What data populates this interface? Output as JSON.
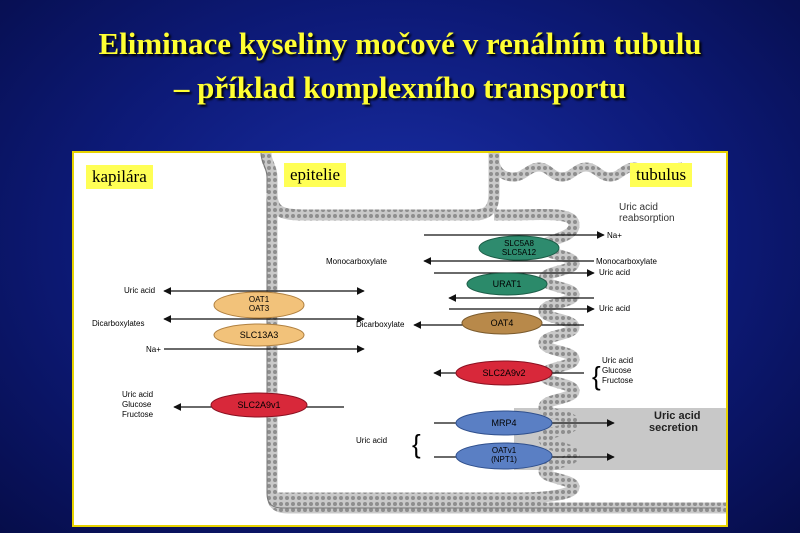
{
  "title": {
    "line1": "Eliminace kyseliny močové v renálním tubulu",
    "line2": "– příklad komplexního transportu"
  },
  "regions": {
    "capillary": "kapilára",
    "epithelium": "epitelie",
    "tubule": "tubulus"
  },
  "section_labels": {
    "reabsorption_line1": "Uric acid",
    "reabsorption_line2": "reabsorption",
    "secretion_line1": "Uric acid",
    "secretion_line2": "secretion"
  },
  "transporters": {
    "slc5a8": "SLC5A8",
    "slc5a12": "SLC5A12",
    "urat1": "URAT1",
    "oat4": "OAT4",
    "slc2a9v2": "SLC2A9v2",
    "mrp4": "MRP4",
    "oatv1": "OATv1",
    "npt1": "(NPT1)",
    "oat1": "OAT1",
    "oat3": "OAT3",
    "slc13a3": "SLC13A3",
    "slc2a9v1": "SLC2A9v1"
  },
  "substrates": {
    "na_apical": "Na+",
    "monocarboxylate_left": "Monocarboxylate",
    "monocarboxylate_right": "Monocarboxylate",
    "uric_acid_urat1": "Uric acid",
    "uric_acid_oat4": "Uric acid",
    "dicarboxylate": "Dicarboxylate",
    "apical_group": [
      "Uric acid",
      "Glucose",
      "Fructose"
    ],
    "uric_acid_basal": "Uric acid",
    "dicarboxylates_basal": "Dicarboxylates",
    "na_basal": "Na+",
    "basal_group": [
      "Uric acid",
      "Glucose",
      "Fructose"
    ],
    "uric_acid_secretion": "Uric acid"
  },
  "colors": {
    "title": "#ffff33",
    "background": "#0d1a78",
    "tag": "#ffff55",
    "slc5a": "#2e8b6e",
    "urat1": "#2b8a6a",
    "oat4": "#b8894a",
    "slc2a9": "#d8283a",
    "oat1": "#f2c27a",
    "mrp4": "#5a7fc4"
  }
}
